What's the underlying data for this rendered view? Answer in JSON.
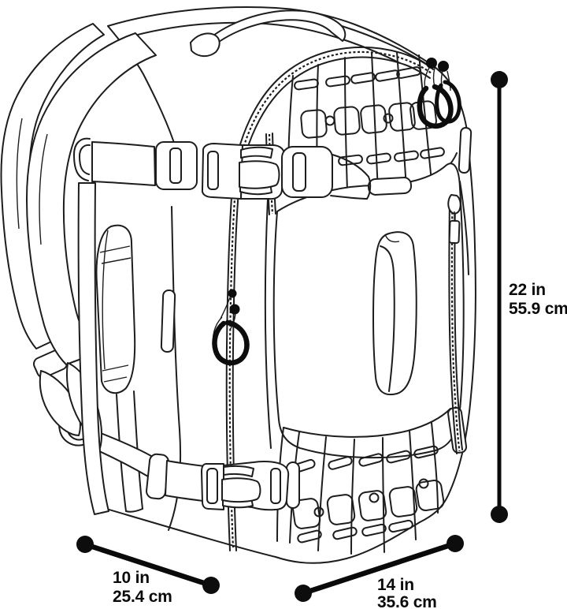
{
  "figure": {
    "type": "product-dimension-diagram",
    "subject": "travel backpack line drawing",
    "background_color": "#ffffff",
    "line_color": "#1d1d1d",
    "annotation_color": "#0a0a0a"
  },
  "dimensions": {
    "height": {
      "inches": "22 in",
      "centimeters": "55.9 cm"
    },
    "depth": {
      "inches": "10 in",
      "centimeters": "25.4 cm"
    },
    "width": {
      "inches": "14 in",
      "centimeters": "35.6 cm"
    }
  }
}
